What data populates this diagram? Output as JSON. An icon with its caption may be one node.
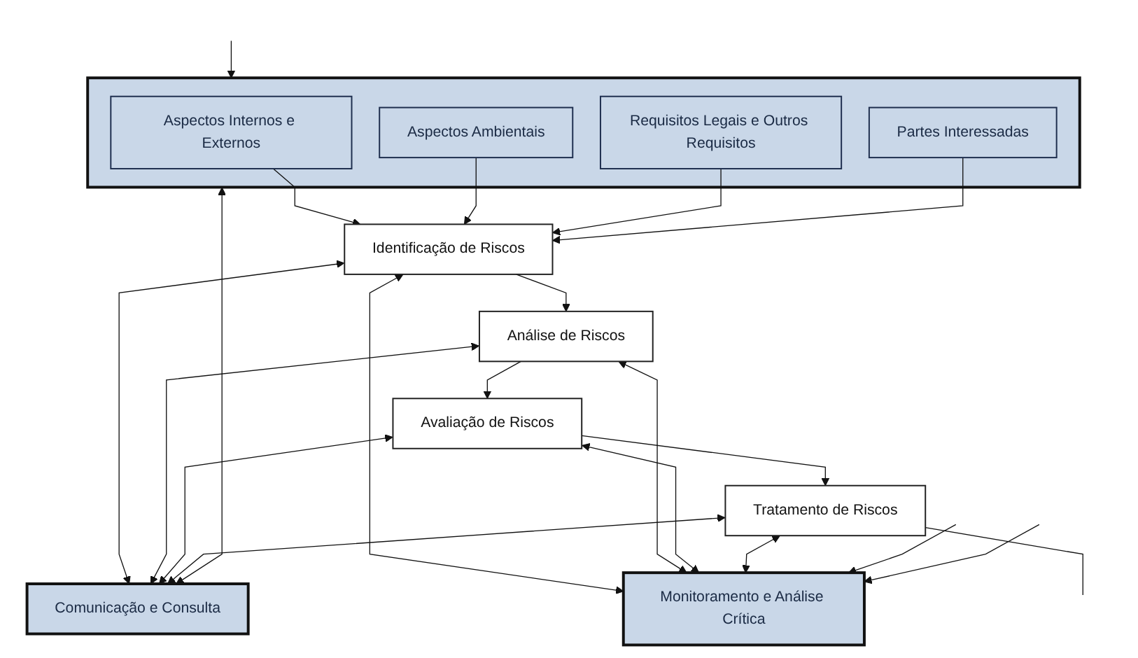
{
  "diagram": {
    "nodes": [
      {
        "text": [],
        "shape": "box"
      },
      {
        "text": [
          "Aspectos Internos e Externos"
        ],
        "in": 0
      },
      {
        "text": [
          "Aspectos Ambientais"
        ],
        "in": 0
      },
      {
        "text": [
          "Requisitos Legais e Outros Requisitos"
        ],
        "in": 0
      },
      {
        "text": [
          "Partes Interessadas"
        ],
        "in": 0
      },
      {
        "text": [
          "Comunicação e Consulta"
        ]
      },
      {
        "text": [
          "Identificação de Riscos"
        ]
      },
      {
        "text": [
          "Análise de Riscos"
        ]
      },
      {
        "text": [
          "Avaliação de Riscos"
        ]
      },
      {
        "text": [
          "Tratamento de Riscos"
        ]
      },
      {
        "text": [
          "Monitoramento e Análise Crítica"
        ]
      }
    ],
    "edges": [
      {
        "from": 1,
        "to": 6,
        "arrow": "to"
      },
      {
        "from": 2,
        "to": 6,
        "arrow": "to"
      },
      {
        "from": 3,
        "to": 6,
        "arrow": "to"
      },
      {
        "from": 4,
        "to": 6,
        "arrow": "to"
      },
      {
        "from": 5,
        "to": 0,
        "arrow": "both"
      },
      {
        "from": null,
        "to": 0,
        "arrow": "to"
      },
      {
        "from": 5,
        "to": 6,
        "arrow": "both"
      },
      {
        "from": 6,
        "to": 10,
        "arrow": "both"
      },
      {
        "from": 6,
        "to": 7,
        "arrow": "to"
      },
      {
        "from": 5,
        "to": 7,
        "arrow": "both"
      },
      {
        "from": 7,
        "to": 10,
        "arrow": "both"
      },
      {
        "from": 7,
        "to": 8,
        "arrow": "to"
      },
      {
        "from": 5,
        "to": 8,
        "arrow": "both"
      },
      {
        "from": 8,
        "to": 10,
        "arrow": "both"
      },
      {
        "from": 8,
        "to": 9,
        "arrow": "to"
      },
      {
        "from": 5,
        "to": 9,
        "arrow": "both"
      },
      {
        "from": 9,
        "to": 10,
        "arrow": "both"
      },
      {
        "from": null,
        "to": 10,
        "arrow": "to"
      },
      {
        "from": 9,
        "to": null,
        "arrow": "none"
      },
      {
        "from": null,
        "to": 10,
        "arrow": "to"
      }
    ]
  }
}
